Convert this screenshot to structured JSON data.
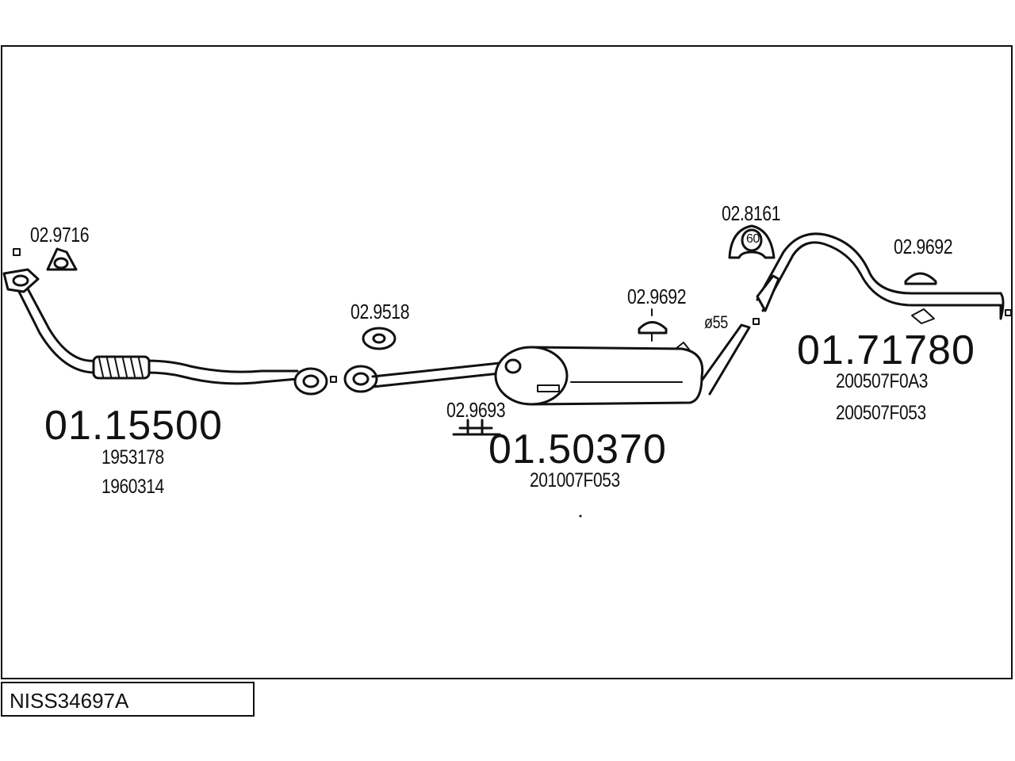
{
  "diagram_code": "NISS34697A",
  "parts": {
    "front_pipe": {
      "number": "01.15500",
      "refs": [
        "1953178",
        "1960314"
      ]
    },
    "middle_silencer": {
      "number": "01.50370",
      "refs": [
        "201007F053"
      ]
    },
    "rear_pipe": {
      "number": "01.71780",
      "refs": [
        "200507F0A3",
        "200507F053"
      ]
    }
  },
  "accessories": {
    "gasket_manifold": "02.9716",
    "gasket_flange": "02.9518",
    "clamp": "02.9693",
    "hanger_middle": "02.9692",
    "hanger_rear_ring": "02.8161",
    "hanger_rear_ring_size": "60",
    "hanger_rear": "02.9692"
  },
  "pipe_diameter_label": "ø55",
  "colors": {
    "line": "#111111",
    "fill": "#ffffff"
  }
}
